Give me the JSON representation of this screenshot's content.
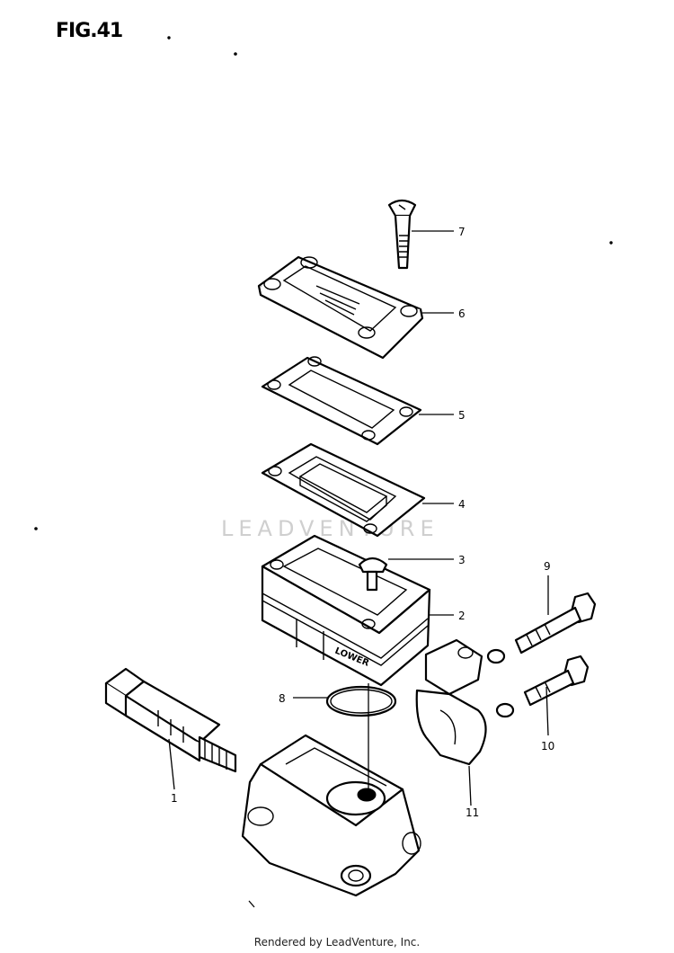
{
  "figure": {
    "title": "FIG.41",
    "watermark": "LEADVENTURE",
    "footer": "Rendered by LeadVenture, Inc."
  },
  "callouts": {
    "p1": "1",
    "p2": "2",
    "p3": "3",
    "p4": "4",
    "p5": "5",
    "p6": "6",
    "p7": "7",
    "p8": "8",
    "p9": "9",
    "p10": "10",
    "p11": "11"
  },
  "stamps": {
    "body_marking": "LOWER"
  }
}
